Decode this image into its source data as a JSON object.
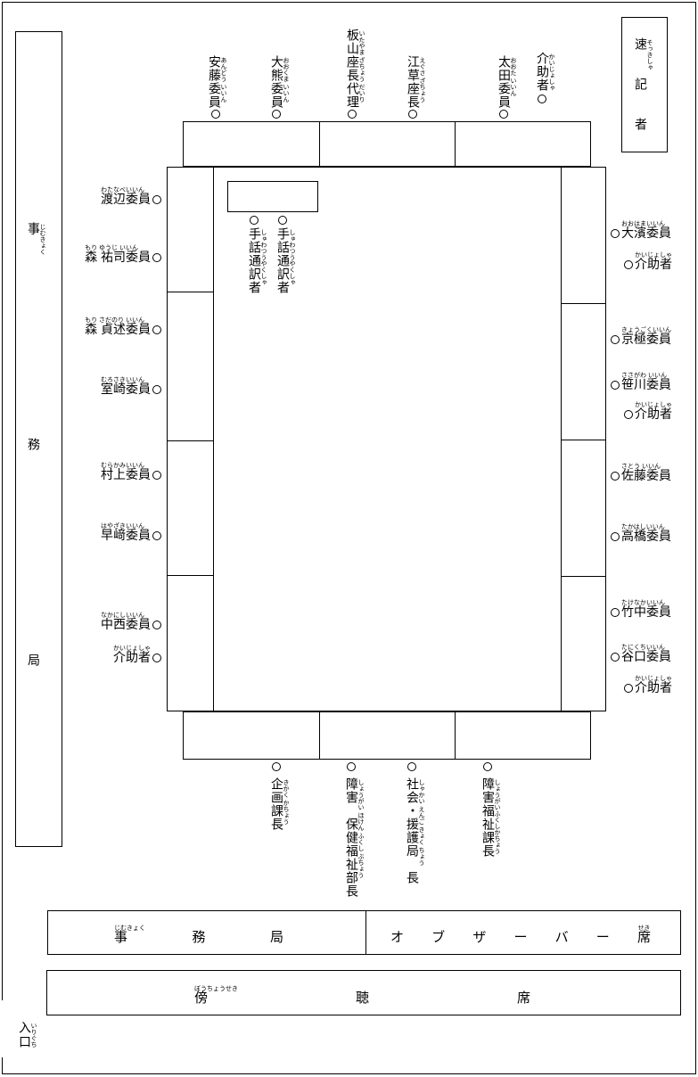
{
  "stenographer": {
    "label": "速記者",
    "kana": "そっきしゃ"
  },
  "secretariat_left": {
    "label": "事務局",
    "kana": "じむきょく"
  },
  "top_seats": [
    {
      "name": "安藤委員",
      "kana": "あんどう いいん"
    },
    {
      "name": "大熊委員",
      "kana": "おおくま いいん"
    },
    {
      "name": "板山座長代理",
      "kana": "いたやま ざちょう だいり"
    },
    {
      "name": "江草座長",
      "kana": "えぐさ ざちょう"
    },
    {
      "name": "太田委員",
      "kana": "おおた いいん"
    },
    {
      "name": "介助者",
      "kana": "かいじょしゃ"
    }
  ],
  "left_seats": [
    {
      "name": "渡辺委員",
      "kana": "わたなべいいん"
    },
    {
      "name": "森 祐司委員",
      "kana": "もり ゆうじ いいん"
    },
    {
      "name": "森 貞述委員",
      "kana": "もり さだのり いいん"
    },
    {
      "name": "室崎委員",
      "kana": "むろさきいいん"
    },
    {
      "name": "村上委員",
      "kana": "むらかみいいん"
    },
    {
      "name": "早﨑委員",
      "kana": "はやざきいいん"
    },
    {
      "name": "中西委員",
      "kana": "なかにしいいん"
    },
    {
      "name": "介助者",
      "kana": "かいじょしゃ"
    }
  ],
  "right_seats": [
    {
      "name": "大濱委員",
      "kana": "おおはまいいん"
    },
    {
      "name": "介助者",
      "kana": "かいじょしゃ"
    },
    {
      "name": "京極委員",
      "kana": "きょうごくいいん"
    },
    {
      "name": "笹川委員",
      "kana": "ささがわ いいん"
    },
    {
      "name": "介助者",
      "kana": "かいじょしゃ"
    },
    {
      "name": "佐藤委員",
      "kana": "さとう いいん"
    },
    {
      "name": "高橋委員",
      "kana": "たかはしいいん"
    },
    {
      "name": "竹中委員",
      "kana": "たけなかいいん"
    },
    {
      "name": "谷口委員",
      "kana": "たにくちいいん"
    },
    {
      "name": "介助者",
      "kana": "かいじょしゃ"
    }
  ],
  "interpreters": [
    {
      "name": "手話通訳者",
      "kana": "しゅわつうやくしゃ"
    },
    {
      "name": "手話通訳者",
      "kana": "しゅわつうやくしゃ"
    }
  ],
  "bottom_officials": [
    {
      "name": "企画課長",
      "kana": "きかく かちょう"
    },
    {
      "name": "障害　保健福祉部長",
      "kana": "しょうがい ほけん ふくし ぶちょう"
    },
    {
      "name": "社会・援護局　長",
      "kana": "しゃかい えんご きょく ちょう"
    },
    {
      "name": "障害福祉課長",
      "kana": "しょうがいふくしかちょう"
    }
  ],
  "bottom_bar": {
    "secretariat": {
      "chars": [
        "事",
        "務",
        "局"
      ],
      "kana": "じむきょく"
    },
    "observer": {
      "chars": [
        "オ",
        "ブ",
        "ザ",
        "ー",
        "バ",
        "ー"
      ],
      "seat": "席",
      "seat_kana": "せき"
    }
  },
  "audience": {
    "chars": [
      "傍",
      "聴",
      "席"
    ],
    "kana": "ぼうちょうせき"
  },
  "entrance": {
    "label": "入口",
    "kana": "いりぐち"
  }
}
